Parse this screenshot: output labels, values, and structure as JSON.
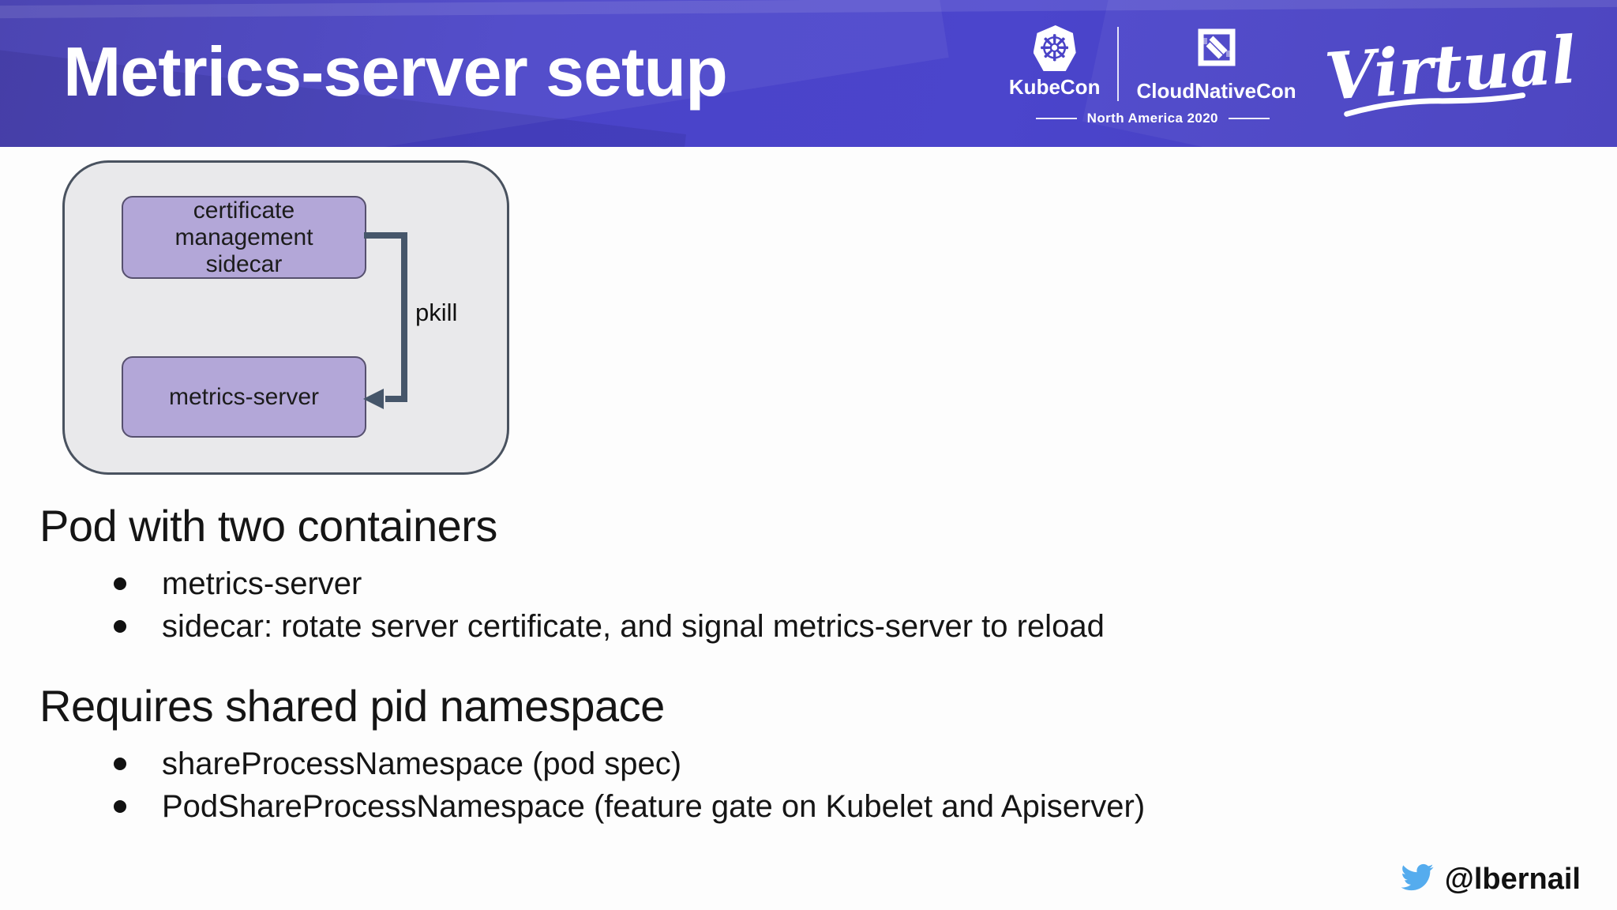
{
  "header": {
    "title": "Metrics-server setup",
    "brand": {
      "kubecon_label": "KubeCon",
      "cloudnativecon_label": "CloudNativeCon",
      "event_line": "North America 2020",
      "virtual_label": "Virtual",
      "helm_glyph": "☸"
    }
  },
  "diagram": {
    "sidecar_container_label": "certificate\nmanagement\nsidecar",
    "metrics_container_label": "metrics-server",
    "arrow_label": "pkill"
  },
  "sections": [
    {
      "heading": "Pod with two containers",
      "items": [
        "metrics-server",
        "sidecar: rotate server certificate, and signal metrics-server to reload"
      ]
    },
    {
      "heading": "Requires shared pid namespace",
      "items": [
        "shareProcessNamespace (pod spec)",
        "PodShareProcessNamespace (feature gate on Kubelet and Apiserver)"
      ]
    }
  ],
  "footer": {
    "twitter_handle": "@lbernail"
  },
  "icons": {
    "kubernetes_helm": "kubecon-helm-icon",
    "cloudnativecon": "cloudnativecon-icon",
    "twitter": "twitter-bird-icon"
  },
  "colors": {
    "banner": "#4a43c6",
    "banner_text": "#ffffff",
    "pod_fill": "#e9e9eb",
    "pod_border": "#49525f",
    "container_fill": "#b3a7d8",
    "container_border": "#56506e",
    "arrow": "#46566a",
    "body_text": "#151515",
    "twitter_blue": "#55acee"
  }
}
